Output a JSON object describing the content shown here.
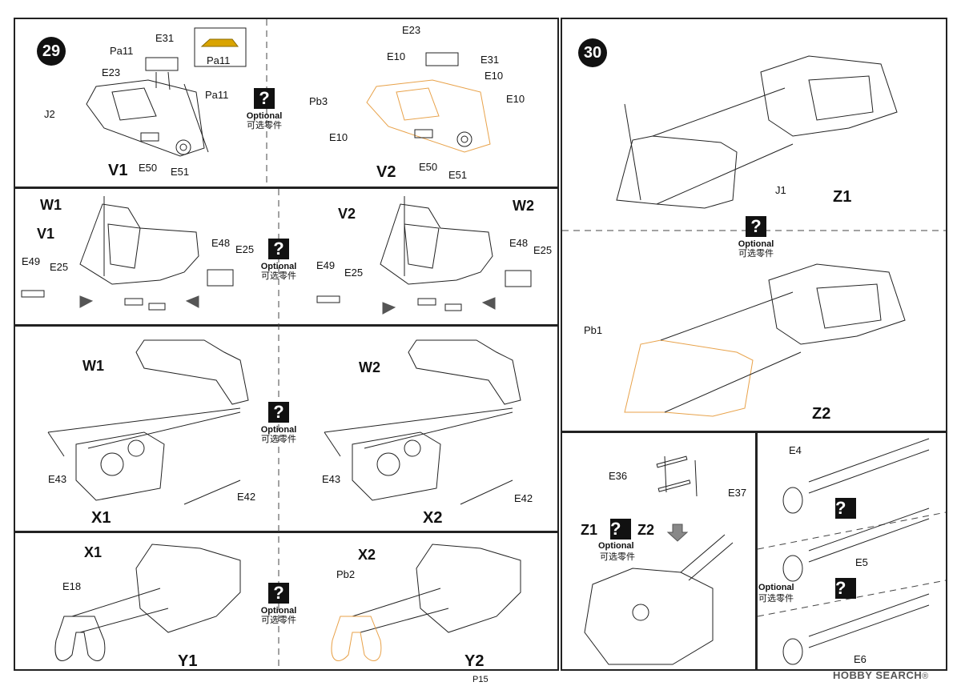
{
  "page": {
    "number": "P15"
  },
  "watermark": {
    "brand": "HOBBY SEARCH",
    "trademark": "®"
  },
  "optional": {
    "mark": "?",
    "en": "Optional",
    "zh": "可选零件"
  },
  "step29": {
    "number": "29",
    "v1": {
      "title": "V1",
      "labels": {
        "e31": "E31",
        "pa11_top": "Pa11",
        "e23": "E23",
        "pa11_side": "Pa11",
        "j2": "J2",
        "e50": "E50",
        "e51": "E51"
      },
      "inset": "Pa11"
    },
    "v2": {
      "title": "V2",
      "labels": {
        "e23": "E23",
        "e10_a": "E10",
        "e31": "E31",
        "e10_b": "E10",
        "pb3": "Pb3",
        "e10_c": "E10",
        "e10_d": "E10",
        "e50": "E50",
        "e51": "E51"
      }
    },
    "w1": {
      "title": "W1",
      "sub": "V1",
      "labels": {
        "e48": "E48",
        "e25_a": "E25",
        "e49": "E49",
        "e25_b": "E25"
      }
    },
    "w2": {
      "title": "W2",
      "sub": "V2",
      "labels": {
        "e48": "E48",
        "e25_a": "E25",
        "e49": "E49",
        "e25_b": "E25"
      }
    },
    "x1": {
      "title": "X1",
      "sub": "W1",
      "labels": {
        "e43": "E43",
        "e42": "E42"
      }
    },
    "x2": {
      "title": "X2",
      "sub": "W2",
      "labels": {
        "e43": "E43",
        "e42": "E42"
      }
    },
    "y1": {
      "title": "Y1",
      "sub": "X1",
      "labels": {
        "e18": "E18"
      }
    },
    "y2": {
      "title": "Y2",
      "sub": "X2",
      "labels": {
        "pb2": "Pb2"
      }
    }
  },
  "step30": {
    "number": "30",
    "z1": {
      "title": "Z1",
      "labels": {
        "j1": "J1"
      }
    },
    "z2": {
      "title": "Z2",
      "labels": {
        "pb1": "Pb1"
      }
    },
    "bottom": {
      "e36": "E36",
      "e37": "E37",
      "z1": "Z1",
      "z2": "Z2"
    },
    "barrels": {
      "e4": "E4",
      "e5": "E5",
      "e6": "E6"
    }
  },
  "colors": {
    "line": "#222222",
    "optional_part": "#e8a24a",
    "dashed": "#444444"
  }
}
